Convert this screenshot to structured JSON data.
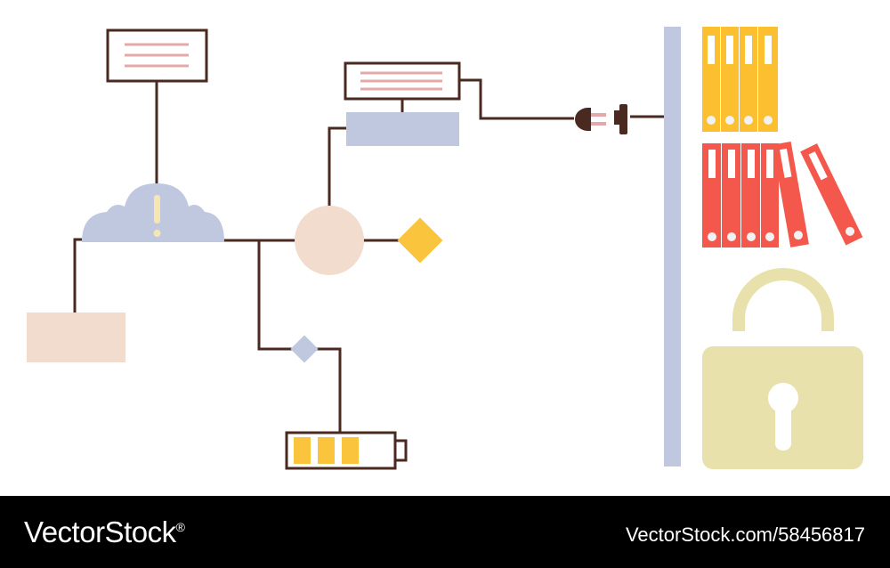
{
  "colors": {
    "background": "#ffffff",
    "line": "#4a2a20",
    "cloud": "#c0c8e0",
    "peach": "#f2dccd",
    "yellow": "#fac53c",
    "binder_yellow": "#fbbf2f",
    "binder_red": "#f4574b",
    "pole": "#c0c8e0",
    "lock": "#e8e1ab",
    "text_line": "#e3a9a9",
    "footer_bg": "#000000",
    "footer_text": "#ffffff"
  },
  "icons": [
    "warning-cloud-icon",
    "plug-icon",
    "socket-icon",
    "battery-icon",
    "padlock-icon",
    "binder-icon"
  ],
  "battery": {
    "cells_filled": 3,
    "cells_total": 3
  },
  "binders": {
    "top_row_count": 4,
    "bottom_row_count": 6
  },
  "footer": {
    "brand": "VectorStock",
    "brand_mark": "®",
    "image_id": "VectorStock.com/58456817"
  }
}
